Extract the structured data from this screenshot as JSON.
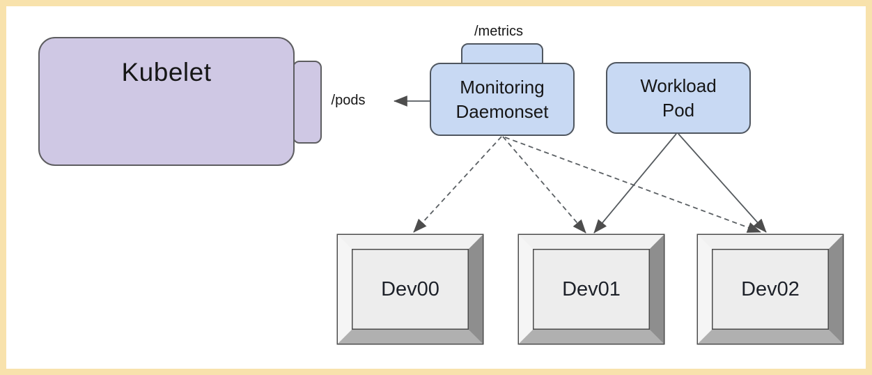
{
  "diagram": {
    "type": "architecture-diagram",
    "nodes": {
      "kubelet": {
        "label": "Kubelet",
        "fill": "#cfc8e4",
        "border": "#5d5d60",
        "shape": "rounded-rect-with-side-attachment"
      },
      "monitoring_daemonset": {
        "line1": "Monitoring",
        "line2": "Daemonset",
        "fill": "#c8d9f3",
        "border": "#4f565f",
        "shape": "rounded-rect-with-top-tab"
      },
      "workload_pod": {
        "line1": "Workload",
        "line2": "Pod",
        "fill": "#c8d9f3",
        "border": "#4f565f",
        "shape": "rounded-rect"
      },
      "devices": [
        {
          "label": "Dev00",
          "shape": "bevel"
        },
        {
          "label": "Dev01",
          "shape": "bevel"
        },
        {
          "label": "Dev02",
          "shape": "bevel"
        }
      ]
    },
    "endpoints": {
      "pods": "/pods",
      "metrics": "/metrics"
    },
    "edges": [
      {
        "from": "monitoring_daemonset",
        "to": "kubelet",
        "style": "solid",
        "arrowhead": "filled",
        "label": "/pods"
      },
      {
        "from": "monitoring_daemonset",
        "to": "dev00",
        "style": "dashed",
        "arrowhead": "filled"
      },
      {
        "from": "monitoring_daemonset",
        "to": "dev01",
        "style": "dashed",
        "arrowhead": "filled"
      },
      {
        "from": "monitoring_daemonset",
        "to": "dev02",
        "style": "dashed",
        "arrowhead": "filled"
      },
      {
        "from": "workload_pod",
        "to": "dev01",
        "style": "solid",
        "arrowhead": "filled"
      },
      {
        "from": "workload_pod",
        "to": "dev02",
        "style": "solid",
        "arrowhead": "filled"
      }
    ],
    "colors": {
      "frame_border": "#f8e2ac",
      "background": "#ffffff",
      "purple_fill": "#cfc8e4",
      "blue_fill": "#c8d9f3",
      "arrow": "#4d4d4d",
      "bevel_light": "#f1f1f1",
      "bevel_dark": "#8e8e8e",
      "bevel_mid": "#b0b0b0",
      "bevel_face": "#ededed"
    }
  }
}
